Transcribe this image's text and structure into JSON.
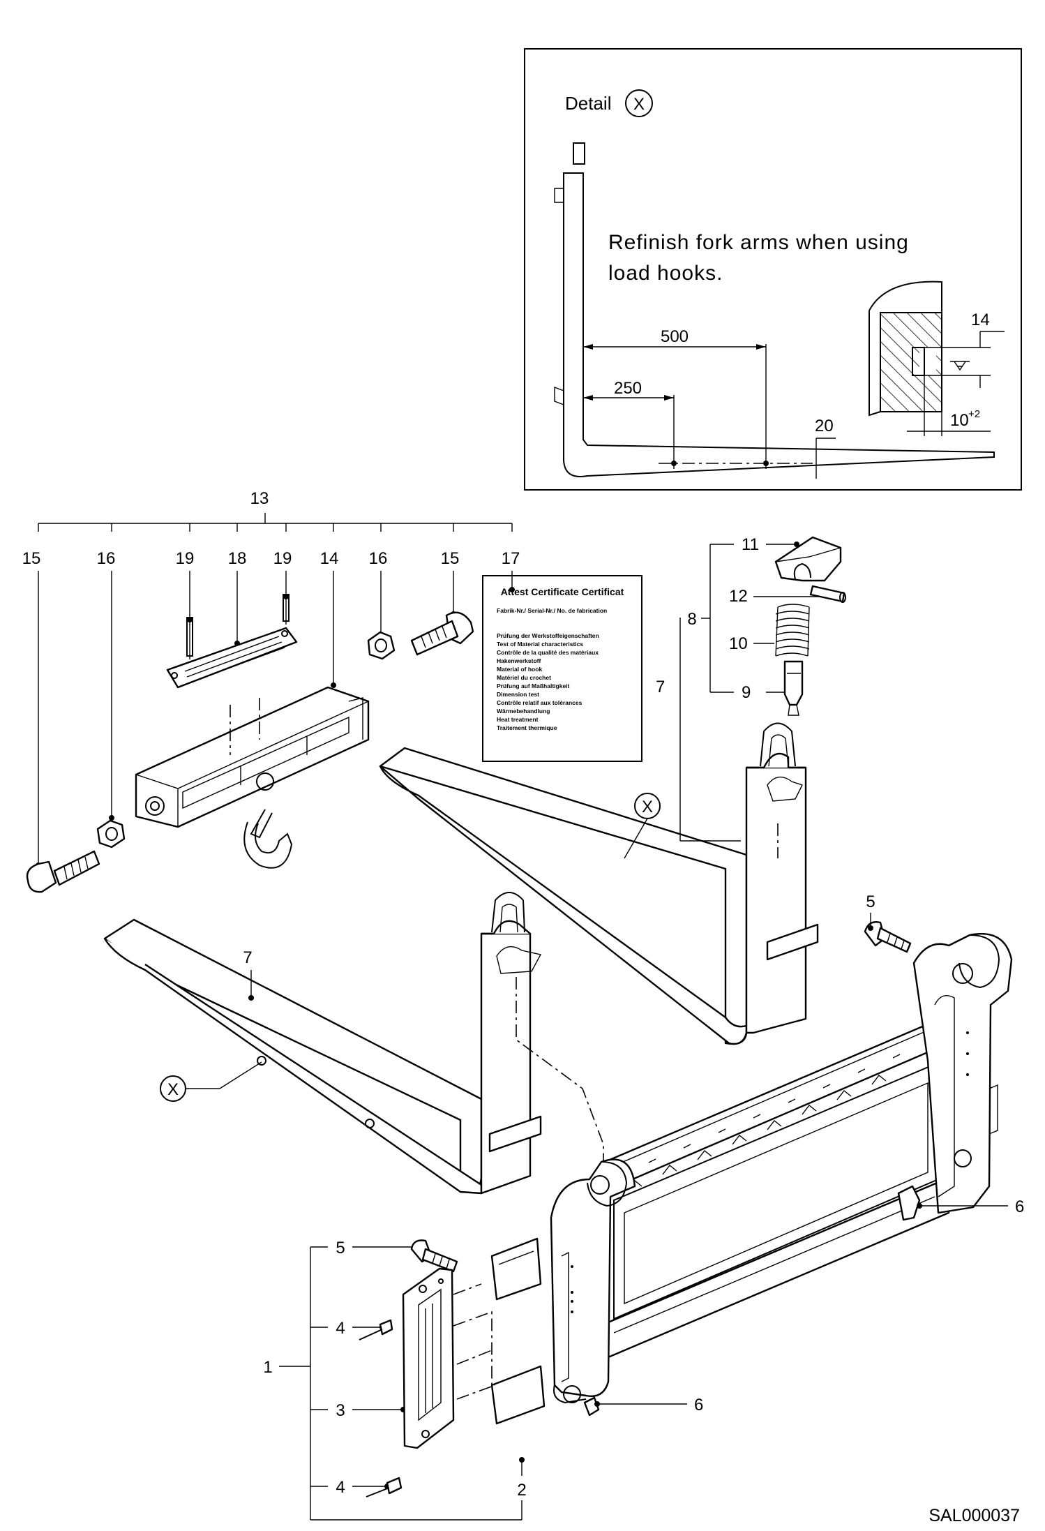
{
  "detail": {
    "title": "Detail",
    "marker": "X",
    "note_line1": "Refinish fork arms when using",
    "note_line2": "load hooks.",
    "dims": {
      "d500": "500",
      "d250": "250",
      "d20": "20",
      "d14": "14",
      "d10": "10",
      "d10_tol": "+2"
    }
  },
  "certificate": {
    "title": "Attest Certificate Certificat",
    "lines": [
      "Fabrik-Nr./ Serial-Nr./ No. de fabrication",
      "",
      "Prüfung der Werkstoffeigenschaften",
      "Test of Material characteristics",
      "Contrôle de la qualité des matériaux",
      "Hakenwerkstoff",
      "Material of hook",
      "Matériel du crochet",
      "Prüfung auf Maßhaltigkeit",
      "Dimension test",
      "Contrôle relatif aux tolérances",
      "Wärmebehandlung",
      "Heat treatment",
      "Traitement thermique"
    ]
  },
  "callouts": {
    "c1": "1",
    "c2": "2",
    "c3": "3",
    "c4a": "4",
    "c4b": "4",
    "c5a": "5",
    "c5b": "5",
    "c6a": "6",
    "c6b": "6",
    "c7a": "7",
    "c7b": "7",
    "c8": "8",
    "c9": "9",
    "c10": "10",
    "c11": "11",
    "c12": "12",
    "c13": "13",
    "c14": "14",
    "c15a": "15",
    "c15b": "15",
    "c16a": "16",
    "c16b": "16",
    "c17": "17",
    "c18": "18",
    "c19a": "19",
    "c19b": "19",
    "xa": "X",
    "xb": "X"
  },
  "drawing_id": "SAL000037"
}
